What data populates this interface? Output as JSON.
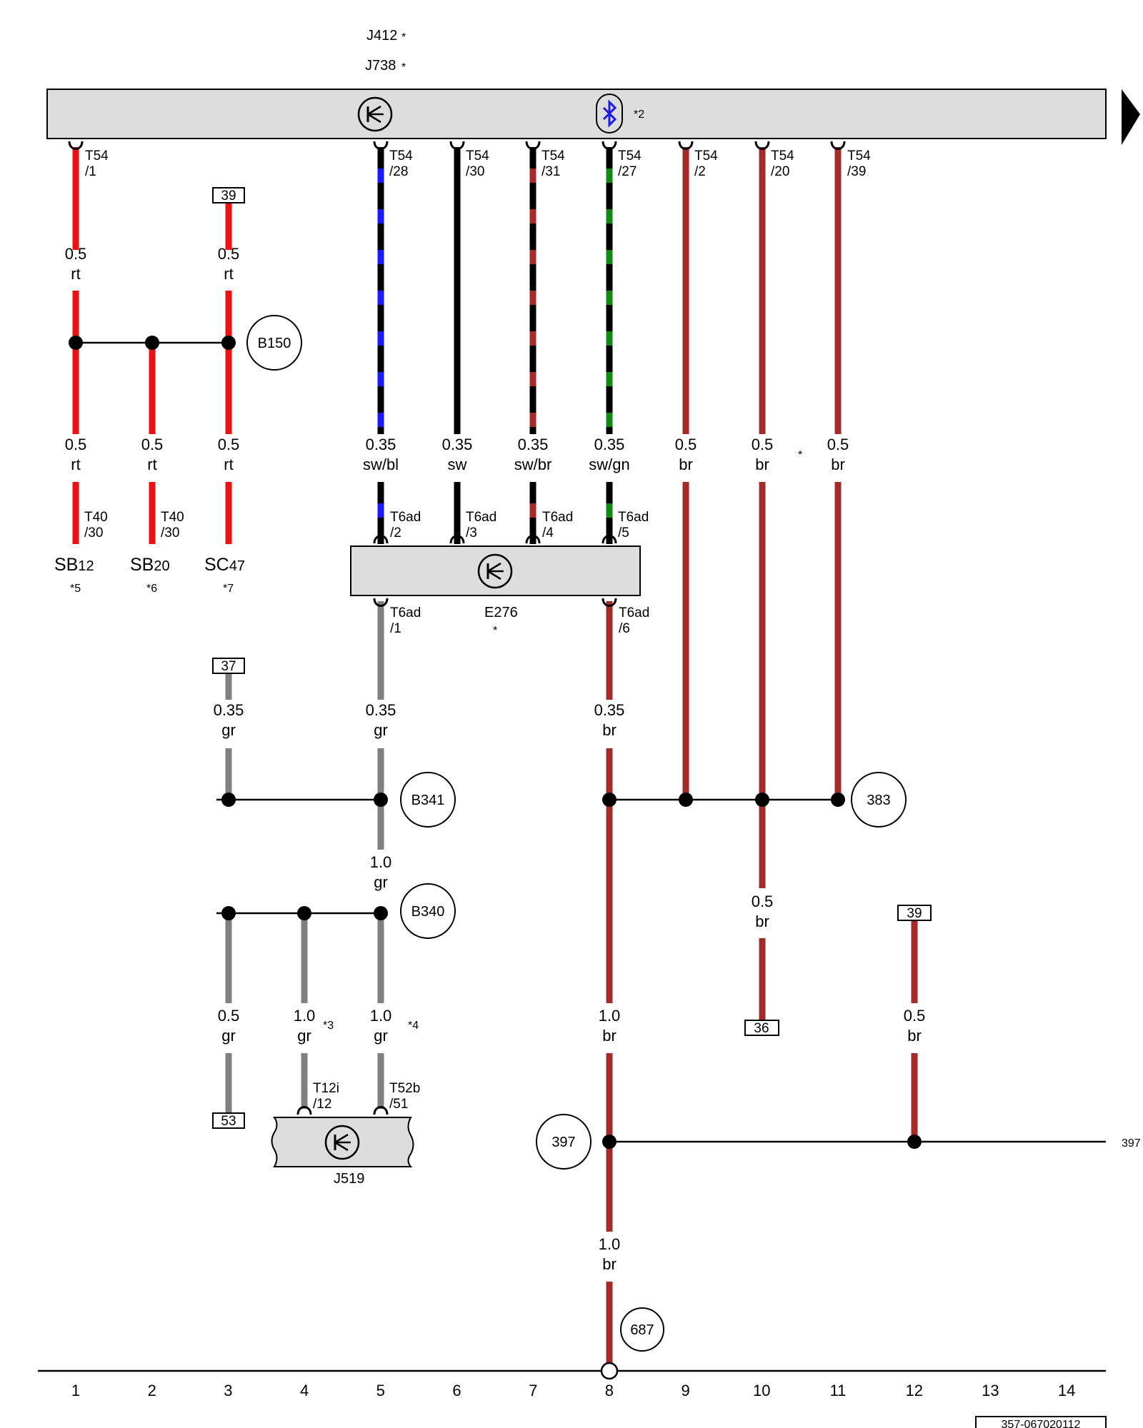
{
  "colors": {
    "rt": "#ee1111",
    "br": "#a52a2a",
    "sw": "#000000",
    "bl": "#1a1aff",
    "gn": "#118811",
    "gr": "#808080",
    "module_fill": "#dddddd",
    "bluetooth": "#1a1aee"
  },
  "header": {
    "j412": "J412",
    "j412_mark": "*",
    "j738": "J738",
    "j738_mark": "*",
    "bluetooth_mark": "*2"
  },
  "modules": {
    "e276": {
      "name": "E276",
      "mark": "*"
    },
    "j519": {
      "name": "J519"
    }
  },
  "pins": {
    "t54_1": [
      "T54",
      "/1"
    ],
    "t54_28": [
      "T54",
      "/28"
    ],
    "t54_30": [
      "T54",
      "/30"
    ],
    "t54_31": [
      "T54",
      "/31"
    ],
    "t54_27": [
      "T54",
      "/27"
    ],
    "t54_2": [
      "T54",
      "/2"
    ],
    "t54_20": [
      "T54",
      "/20"
    ],
    "t54_39": [
      "T54",
      "/39"
    ],
    "t40_30a": [
      "T40",
      "/30"
    ],
    "t40_30b": [
      "T40",
      "/30"
    ],
    "t6ad_2": [
      "T6ad",
      "/2"
    ],
    "t6ad_3": [
      "T6ad",
      "/3"
    ],
    "t6ad_4": [
      "T6ad",
      "/4"
    ],
    "t6ad_5": [
      "T6ad",
      "/5"
    ],
    "t6ad_1": [
      "T6ad",
      "/1"
    ],
    "t6ad_6": [
      "T6ad",
      "/6"
    ],
    "t12i_12": [
      "T12i",
      "/12"
    ],
    "t52b_51": [
      "T52b",
      "/51"
    ]
  },
  "wires": {
    "w1_top": [
      "0.5",
      "rt"
    ],
    "w3_top": [
      "0.5",
      "rt"
    ],
    "w1_bot": [
      "0.5",
      "rt"
    ],
    "w2_bot": [
      "0.5",
      "rt"
    ],
    "w3_bot": [
      "0.5",
      "rt"
    ],
    "w5": [
      "0.35",
      "sw/bl"
    ],
    "w6": [
      "0.35",
      "sw"
    ],
    "w7": [
      "0.35",
      "sw/br"
    ],
    "w8": [
      "0.35",
      "sw/gn"
    ],
    "w9": [
      "0.5",
      "br"
    ],
    "w10": [
      "0.5",
      "br"
    ],
    "w11": [
      "0.5",
      "br"
    ],
    "w3_gr": [
      "0.35",
      "gr"
    ],
    "w5_gr": [
      "0.35",
      "gr"
    ],
    "w8_br": [
      "0.35",
      "br"
    ],
    "w5_gr_mid": [
      "1.0",
      "gr"
    ],
    "w10_low": [
      "0.5",
      "br"
    ],
    "w3_low": [
      "0.5",
      "gr"
    ],
    "w4_low": [
      "1.0",
      "gr"
    ],
    "w5_low": [
      "1.0",
      "gr"
    ],
    "w8_low": [
      "1.0",
      "br"
    ],
    "w12_low": [
      "0.5",
      "br"
    ],
    "w8_bottom": [
      "1.0",
      "br"
    ]
  },
  "wire_marks": {
    "w10": "*",
    "w4_low": "*3",
    "w5_low": "*4"
  },
  "fuses": {
    "sb12": {
      "main": "SB",
      "sub": "12",
      "mark": "*5"
    },
    "sb20": {
      "main": "SB",
      "sub": "20",
      "mark": "*6"
    },
    "sc47": {
      "main": "SC",
      "sub": "47",
      "mark": "*7"
    }
  },
  "connections": {
    "b150": "B150",
    "b341": "B341",
    "b340": "B340",
    "c383": "383",
    "c397": "397",
    "c687": "687"
  },
  "ref_boxes": {
    "r39a": "39",
    "r37": "37",
    "r53": "53",
    "r36": "36",
    "r39b": "39"
  },
  "continuation": "397",
  "tracks": [
    "1",
    "2",
    "3",
    "4",
    "5",
    "6",
    "7",
    "8",
    "9",
    "10",
    "11",
    "12",
    "13",
    "14"
  ],
  "doc_id": "357-067020112"
}
